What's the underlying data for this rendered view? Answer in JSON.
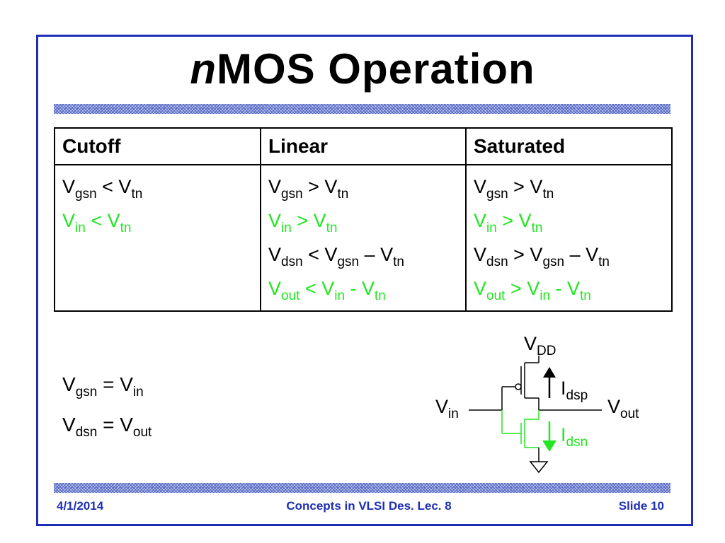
{
  "slide": {
    "title_italic": "n",
    "title_rest": "MOS Operation"
  },
  "table": {
    "headers": [
      "Cutoff",
      "Linear",
      "Saturated"
    ],
    "cutoff": {
      "l1": {
        "a": "V",
        "a_sub": "gsn",
        "op": " < V",
        "b_sub": "tn"
      },
      "l2": {
        "a": "V",
        "a_sub": "in",
        "op": " < V",
        "b_sub": "tn"
      }
    },
    "linear": {
      "l1": {
        "a": "V",
        "a_sub": "gsn",
        "op": " > V",
        "b_sub": "tn"
      },
      "l2": {
        "a": "V",
        "a_sub": "in",
        "op": " > V",
        "b_sub": "tn"
      },
      "l3": {
        "a": "V",
        "a_sub": "dsn",
        "op": " < V",
        "b_sub": "gsn",
        "op2": " – V",
        "c_sub": "tn"
      },
      "l4": {
        "a": "V",
        "a_sub": "out",
        "op": " < V",
        "b_sub": "in",
        "op2": " - V",
        "c_sub": "tn"
      }
    },
    "saturated": {
      "l1": {
        "a": "V",
        "a_sub": "gsn",
        "op": " > V",
        "b_sub": "tn"
      },
      "l2": {
        "a": "V",
        "a_sub": "in",
        "op": " > V",
        "b_sub": "tn"
      },
      "l3": {
        "a": "V",
        "a_sub": "dsn",
        "op": " > V",
        "b_sub": "gsn",
        "op2": " – V",
        "c_sub": "tn"
      },
      "l4": {
        "a": "V",
        "a_sub": "out",
        "op": " > V",
        "b_sub": "in",
        "op2": " - V",
        "c_sub": "tn"
      }
    }
  },
  "equations": {
    "e1": {
      "a": "V",
      "a_sub": "gsn",
      "op": " = V",
      "b_sub": "in"
    },
    "e2": {
      "a": "V",
      "a_sub": "dsn",
      "op": " = V",
      "b_sub": "out"
    }
  },
  "circuit": {
    "vdd": "V",
    "vdd_sub": "DD",
    "vin": "V",
    "vin_sub": "in",
    "vout": "V",
    "vout_sub": "out",
    "idsp": "I",
    "idsp_sub": "dsp",
    "idsn": "I",
    "idsn_sub": "dsn"
  },
  "colors": {
    "frame": "#1f2fb5",
    "highlight_green": "#22e622"
  },
  "footer": {
    "date": "4/1/2014",
    "course": "Concepts in VLSI Des. Lec. 8",
    "slide": "Slide 10"
  }
}
